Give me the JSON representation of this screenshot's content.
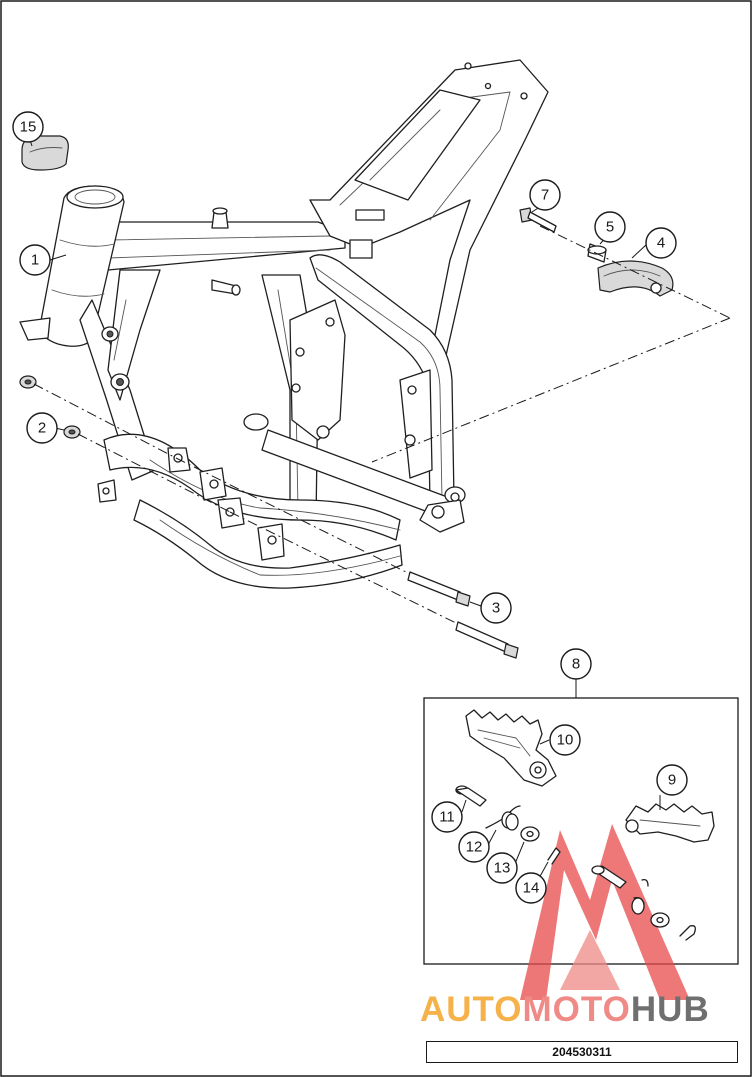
{
  "diagram": {
    "callouts": [
      {
        "id": "c1",
        "label": "1"
      },
      {
        "id": "c2",
        "label": "2"
      },
      {
        "id": "c3",
        "label": "3"
      },
      {
        "id": "c4",
        "label": "4"
      },
      {
        "id": "c5",
        "label": "5"
      },
      {
        "id": "c6",
        "label": "7"
      },
      {
        "id": "c7",
        "label": "8"
      },
      {
        "id": "c8",
        "label": "9"
      },
      {
        "id": "c9",
        "label": "10"
      },
      {
        "id": "c10",
        "label": "11"
      },
      {
        "id": "c11",
        "label": "12"
      },
      {
        "id": "c12",
        "label": "13"
      },
      {
        "id": "c13",
        "label": "14"
      },
      {
        "id": "c14",
        "label": "15"
      }
    ],
    "document_number": "204530311"
  },
  "watermark": {
    "part1": "AUTO",
    "part2": "MOTO",
    "part3": "HUB",
    "colors": {
      "auto": "#f6b24a",
      "moto": "#f08a86",
      "hub": "#6f6f6f",
      "triangle": "#e84a4a"
    }
  }
}
